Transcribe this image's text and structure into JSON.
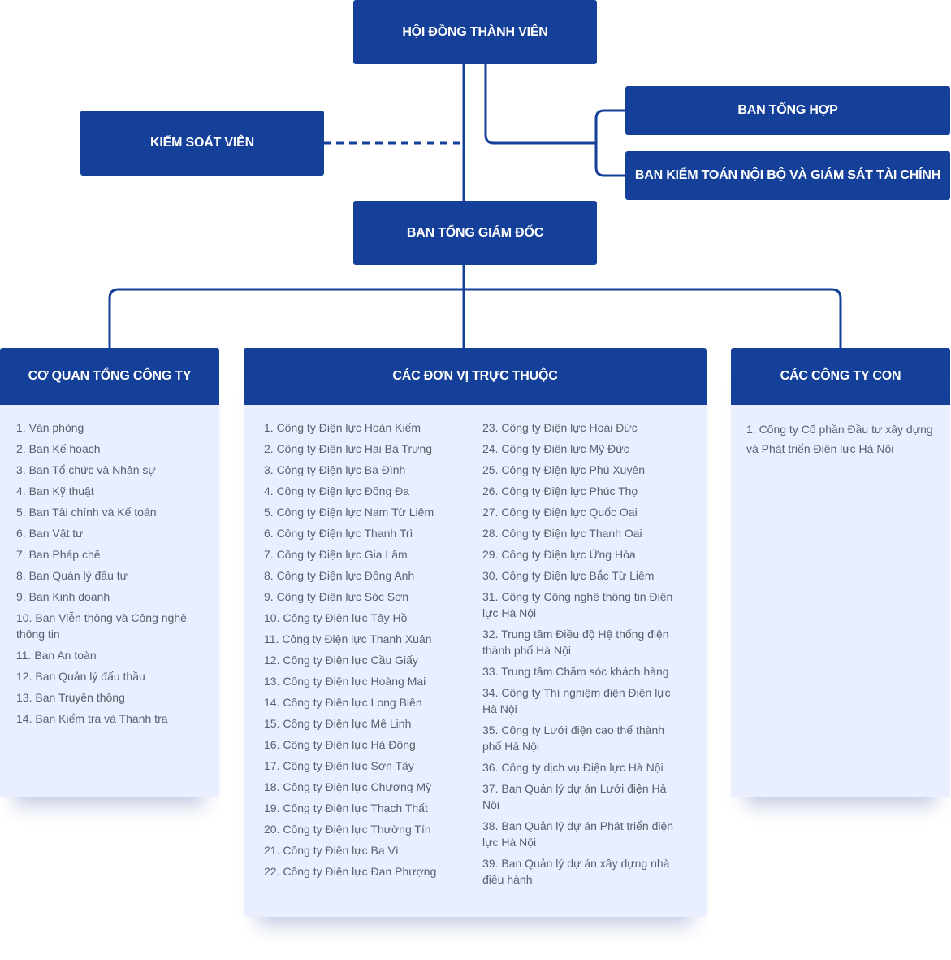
{
  "top": {
    "board": "HỘI ĐỒNG THÀNH VIÊN",
    "controller": "KIỂM SOÁT VIÊN",
    "general_dept": "BAN TỔNG HỢP",
    "audit_dept": "BAN KIỂM TOÁN NỘI BỘ VÀ GIÁM SÁT TÀI CHÍNH",
    "general_director": "BAN TỔNG GIÁM ĐỐC"
  },
  "headquarters": {
    "title": "CƠ QUAN TỔNG CÔNG TY",
    "items": [
      "1. Văn phòng",
      "2. Ban Kế hoạch",
      "3. Ban Tổ chức và Nhân sự",
      "4. Ban Kỹ thuật",
      "5. Ban Tài chính và Kế toán",
      "6. Ban Vật tư",
      "7. Ban Pháp chế",
      "8. Ban Quản lý đầu tư",
      "9. Ban Kinh doanh",
      "10. Ban Viễn thông và Công nghệ thông tin",
      "11. Ban An toàn",
      "12. Ban Quản lý đấu thầu",
      "13. Ban Truyền thông",
      "14. Ban Kiểm tra và Thanh tra"
    ]
  },
  "units": {
    "title": "CÁC ĐƠN VỊ TRỰC THUỘC",
    "items_col1": [
      "1. Công ty Điện lực Hoàn Kiếm",
      "2. Công ty Điện lực Hai Bà Trưng",
      "3. Công ty Điện lực Ba Đình",
      "4. Công ty Điện lực Đống Đa",
      "5. Công ty Điện lực Nam Từ Liêm",
      "6. Công ty Điện lực Thanh Trì",
      "7. Công ty Điện lực Gia Lâm",
      "8. Công ty Điện lực Đông Anh",
      "9. Công ty Điện lực Sóc Sơn",
      "10. Công ty Điện lực Tây Hồ",
      "11. Công ty Điện lực Thanh Xuân",
      "12. Công ty Điện lực Cầu Giấy",
      "13. Công ty Điện lực Hoàng Mai",
      "14. Công ty Điện lực Long Biên",
      "15. Công ty Điện lực Mê Linh",
      "16. Công ty Điện lực Hà Đông",
      "17. Công ty Điện lực Sơn Tây",
      "18. Công ty Điện lực Chương Mỹ",
      "19. Công ty Điện lực Thạch Thất",
      "20. Công ty Điện lực Thường Tín",
      "21. Công ty Điện lực Ba Vì",
      "22. Công ty Điện lực Đan Phượng"
    ],
    "items_col2": [
      "23. Công ty Điện lực Hoài Đức",
      "24. Công ty Điện lực Mỹ Đức",
      "25. Công ty Điện lực Phú Xuyên",
      "26. Công ty Điện lực Phúc Thọ",
      "27. Công ty Điện lực Quốc Oai",
      "28. Công ty Điện lực Thanh Oai",
      "29. Công ty Điện lực Ứng Hòa",
      "30. Công ty Điện lực Bắc Từ Liêm",
      "31. Công ty Công nghệ thông tin Điện lực Hà Nội",
      "32. Trung tâm Điều độ Hệ thống điện thành phố Hà Nội",
      "33. Trung tâm Chăm sóc khách hàng",
      "34. Công ty Thí nghiệm điện Điện lực Hà Nội",
      "35. Công ty Lưới điện cao thế thành phố Hà Nội",
      "36. Công ty dịch vụ Điện lực Hà Nội",
      "37. Ban Quản lý dự án Lưới điện Hà Nội",
      "38. Ban Quản lý dự án Phát triển điện lực Hà Nội",
      "39. Ban Quản lý dự án xây dựng nhà điều hành"
    ]
  },
  "subsidiaries": {
    "title": "CÁC CÔNG TY CON",
    "items": [
      "1. Công ty Cổ phần Đầu tư xây dựng và Phát triển Điện lực Hà Nội"
    ]
  },
  "colors": {
    "box": "#15409a",
    "panel": "#e9efff",
    "line": "#15409a",
    "text": "#5b5f6b"
  }
}
